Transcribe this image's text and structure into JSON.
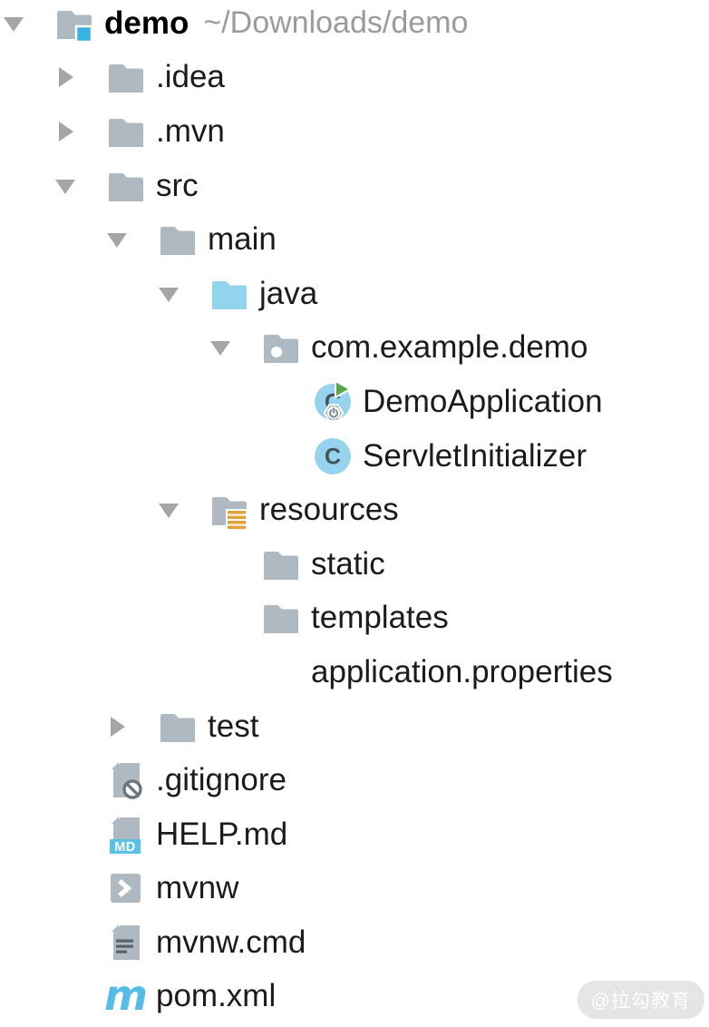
{
  "window": {
    "background": "#ffffff"
  },
  "palette": {
    "folder_gray": "#AEB9C1",
    "folder_blue": "#92D4EE",
    "accent_blue": "#3AB1E4",
    "class_blue": "#96D3EE",
    "class_letter": "#44505A",
    "run_green": "#55A843",
    "spring_green": "#90C472",
    "resource_gold": "#E0A43B",
    "md_badge_blue": "#5BC2E7",
    "maven_blue": "#55BCE8",
    "arrow_gray": "#A5A5A5",
    "overlay_gray": "#9FA8B0",
    "glyph_gray": "#8A939B",
    "file_line_gray": "#5A6268",
    "ignore_ring_gray": "#6E767D",
    "text_dark": "#1b1b1b",
    "text_gray": "#9b9b9b"
  },
  "tree": {
    "rows": [
      {
        "label": "demo",
        "path_suffix": "~/Downloads/demo",
        "level": 0,
        "arrow": "expanded",
        "icon": "project-folder",
        "bold": true
      },
      {
        "label": ".idea",
        "level": 1,
        "arrow": "collapsed",
        "icon": "folder"
      },
      {
        "label": ".mvn",
        "level": 1,
        "arrow": "collapsed",
        "icon": "folder"
      },
      {
        "label": "src",
        "level": 1,
        "arrow": "expanded",
        "icon": "folder"
      },
      {
        "label": "main",
        "level": 2,
        "arrow": "expanded",
        "icon": "folder"
      },
      {
        "label": "java",
        "level": 3,
        "arrow": "expanded",
        "icon": "sources-folder"
      },
      {
        "label": "com.example.demo",
        "level": 4,
        "arrow": "expanded",
        "icon": "package"
      },
      {
        "label": "DemoApplication",
        "level": 5,
        "arrow": "none",
        "icon": "class-runnable"
      },
      {
        "label": "ServletInitializer",
        "level": 5,
        "arrow": "none",
        "icon": "class"
      },
      {
        "label": "resources",
        "level": 3,
        "arrow": "expanded",
        "icon": "resources-folder"
      },
      {
        "label": "static",
        "level": 4,
        "arrow": "none",
        "icon": "folder"
      },
      {
        "label": "templates",
        "level": 4,
        "arrow": "none",
        "icon": "folder"
      },
      {
        "label": "application.properties",
        "level": 4,
        "arrow": "none",
        "icon": "spring-config"
      },
      {
        "label": "test",
        "level": 2,
        "arrow": "collapsed",
        "icon": "folder"
      },
      {
        "label": ".gitignore",
        "level": 1,
        "arrow": "none",
        "icon": "ignored-file"
      },
      {
        "label": "HELP.md",
        "level": 1,
        "arrow": "none",
        "icon": "markdown-file"
      },
      {
        "label": "mvnw",
        "level": 1,
        "arrow": "none",
        "icon": "shell-script"
      },
      {
        "label": "mvnw.cmd",
        "level": 1,
        "arrow": "none",
        "icon": "text-file"
      },
      {
        "label": "pom.xml",
        "level": 1,
        "arrow": "none",
        "icon": "maven-file"
      }
    ]
  },
  "watermark": {
    "text": "@拉勾教育"
  }
}
